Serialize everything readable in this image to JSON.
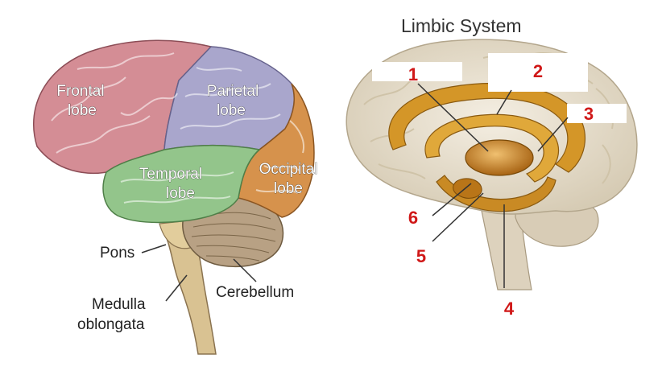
{
  "lateral_brain": {
    "labels": {
      "frontal": [
        "Frontal",
        "lobe"
      ],
      "parietal": [
        "Parietal",
        "lobe"
      ],
      "temporal": [
        "Temporal",
        "lobe"
      ],
      "occipital": [
        "Occipital",
        "lobe"
      ],
      "pons": "Pons",
      "medulla": [
        "Medulla",
        "oblongata"
      ],
      "cerebellum": "Cerebellum"
    },
    "colors": {
      "frontal": "#d48d95",
      "parietal": "#a9a6cc",
      "temporal": "#93c58b",
      "occipital": "#d6924c",
      "cerebellum": "#b8a184",
      "brainstem": "#d9c292"
    }
  },
  "limbic_system": {
    "title": "Limbic System",
    "numbers": [
      "1",
      "2",
      "3",
      "4",
      "5",
      "6"
    ],
    "colors": {
      "brain": "#e9e1cf",
      "limbic": "#d49628",
      "thalamus": "#c2781c",
      "number": "#d01818"
    }
  }
}
